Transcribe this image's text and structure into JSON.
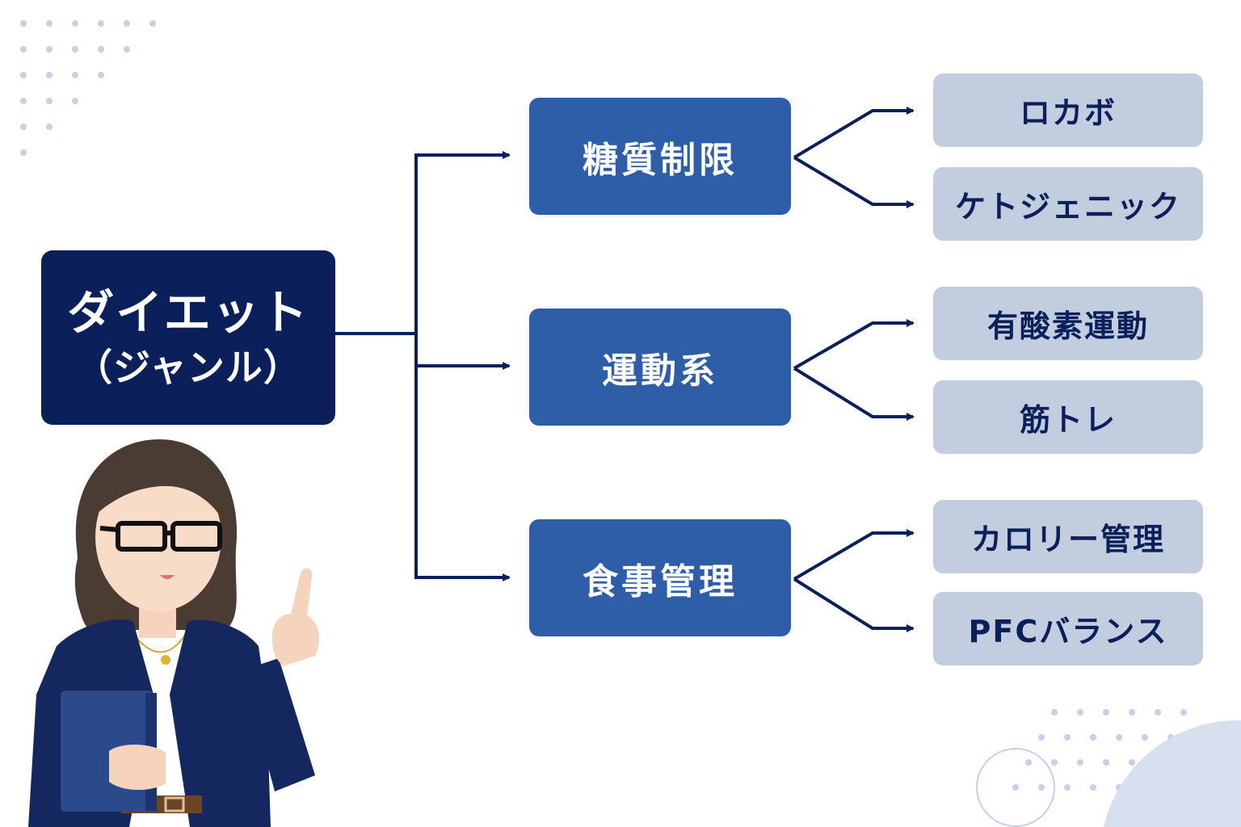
{
  "diagram": {
    "root": {
      "line1": "ダイエット",
      "line2": "（ジャンル）"
    },
    "categories": [
      {
        "label": "糖質制限",
        "children": [
          "ロカボ",
          "ケトジェニック"
        ]
      },
      {
        "label": "運動系",
        "children": [
          "有酸素運動",
          "筋トレ"
        ]
      },
      {
        "label": "食事管理",
        "children": [
          "カロリー管理",
          "PFCバランス"
        ]
      }
    ]
  },
  "colors": {
    "root": "#0b1f5a",
    "category": "#2f5ea8",
    "leaf": "#c2cde0",
    "connector": "#0b1f5a",
    "accent_dots": "#c5d1e6"
  },
  "illustration": {
    "figure": "presenter-woman-with-glasses-pointing-icon",
    "prop": "book-icon"
  }
}
